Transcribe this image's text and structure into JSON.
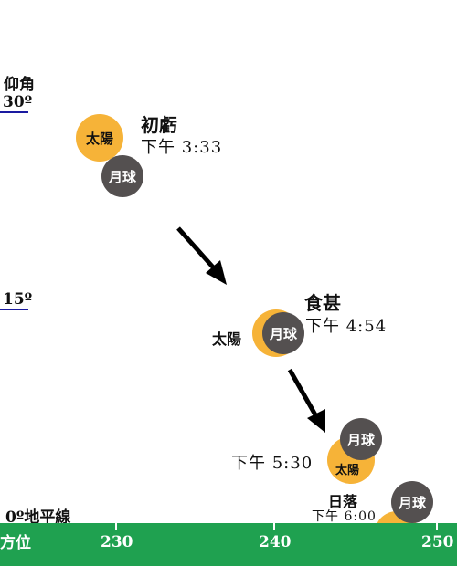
{
  "colors": {
    "sun": "#f6b338",
    "moon": "#545050",
    "ground": "#1fa150",
    "tick_underline": "#1a1aa0"
  },
  "y_axis": {
    "title": "仰角",
    "ticks": [
      "30º",
      "15º",
      "0º地平線"
    ]
  },
  "x_axis": {
    "title": "方位",
    "ticks": [
      "230",
      "240",
      "250"
    ]
  },
  "phases": {
    "first_contact": {
      "name": "初虧",
      "time": "下午 3:33",
      "sun_label": "太陽",
      "moon_label": "月球"
    },
    "maximum": {
      "name": "食甚",
      "time": "下午 4:54",
      "sun_label": "太陽",
      "moon_label": "月球"
    },
    "t530": {
      "time": "下午 5:30",
      "sun_label": "太陽",
      "moon_label": "月球"
    },
    "sunset": {
      "name": "日落",
      "time": "下午 6:00",
      "moon_label": "月球"
    }
  }
}
